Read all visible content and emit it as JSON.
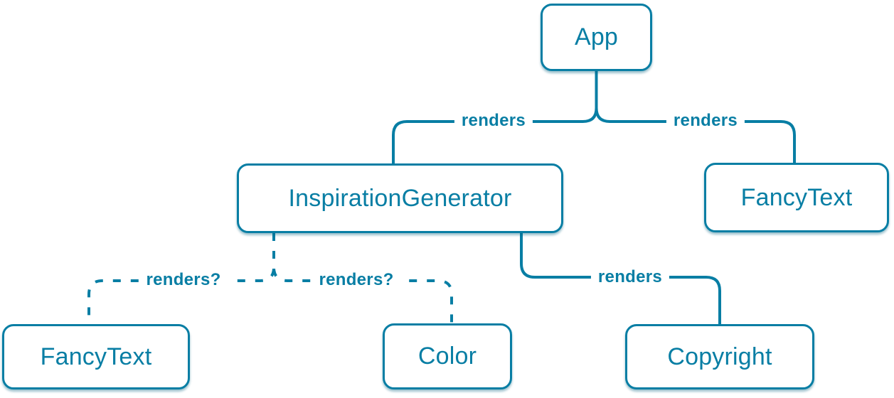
{
  "diagram": {
    "title": "React render tree diagram",
    "accent_color": "#087ea4",
    "background_color": "#ffffff",
    "nodes": [
      {
        "id": "app",
        "label": "App"
      },
      {
        "id": "inspiration-generator",
        "label": "InspirationGenerator"
      },
      {
        "id": "fancy-text-top",
        "label": "FancyText"
      },
      {
        "id": "fancy-text-bottom",
        "label": "FancyText"
      },
      {
        "id": "color",
        "label": "Color"
      },
      {
        "id": "copyright",
        "label": "Copyright"
      }
    ],
    "edges": [
      {
        "from": "App",
        "to": "InspirationGenerator",
        "label": "renders",
        "style": "solid"
      },
      {
        "from": "App",
        "to": "FancyText",
        "label": "renders",
        "style": "solid"
      },
      {
        "from": "InspirationGenerator",
        "to": "FancyText",
        "label": "renders?",
        "style": "dashed"
      },
      {
        "from": "InspirationGenerator",
        "to": "Color",
        "label": "renders?",
        "style": "dashed"
      },
      {
        "from": "InspirationGenerator",
        "to": "Copyright",
        "label": "renders",
        "style": "solid"
      }
    ]
  }
}
